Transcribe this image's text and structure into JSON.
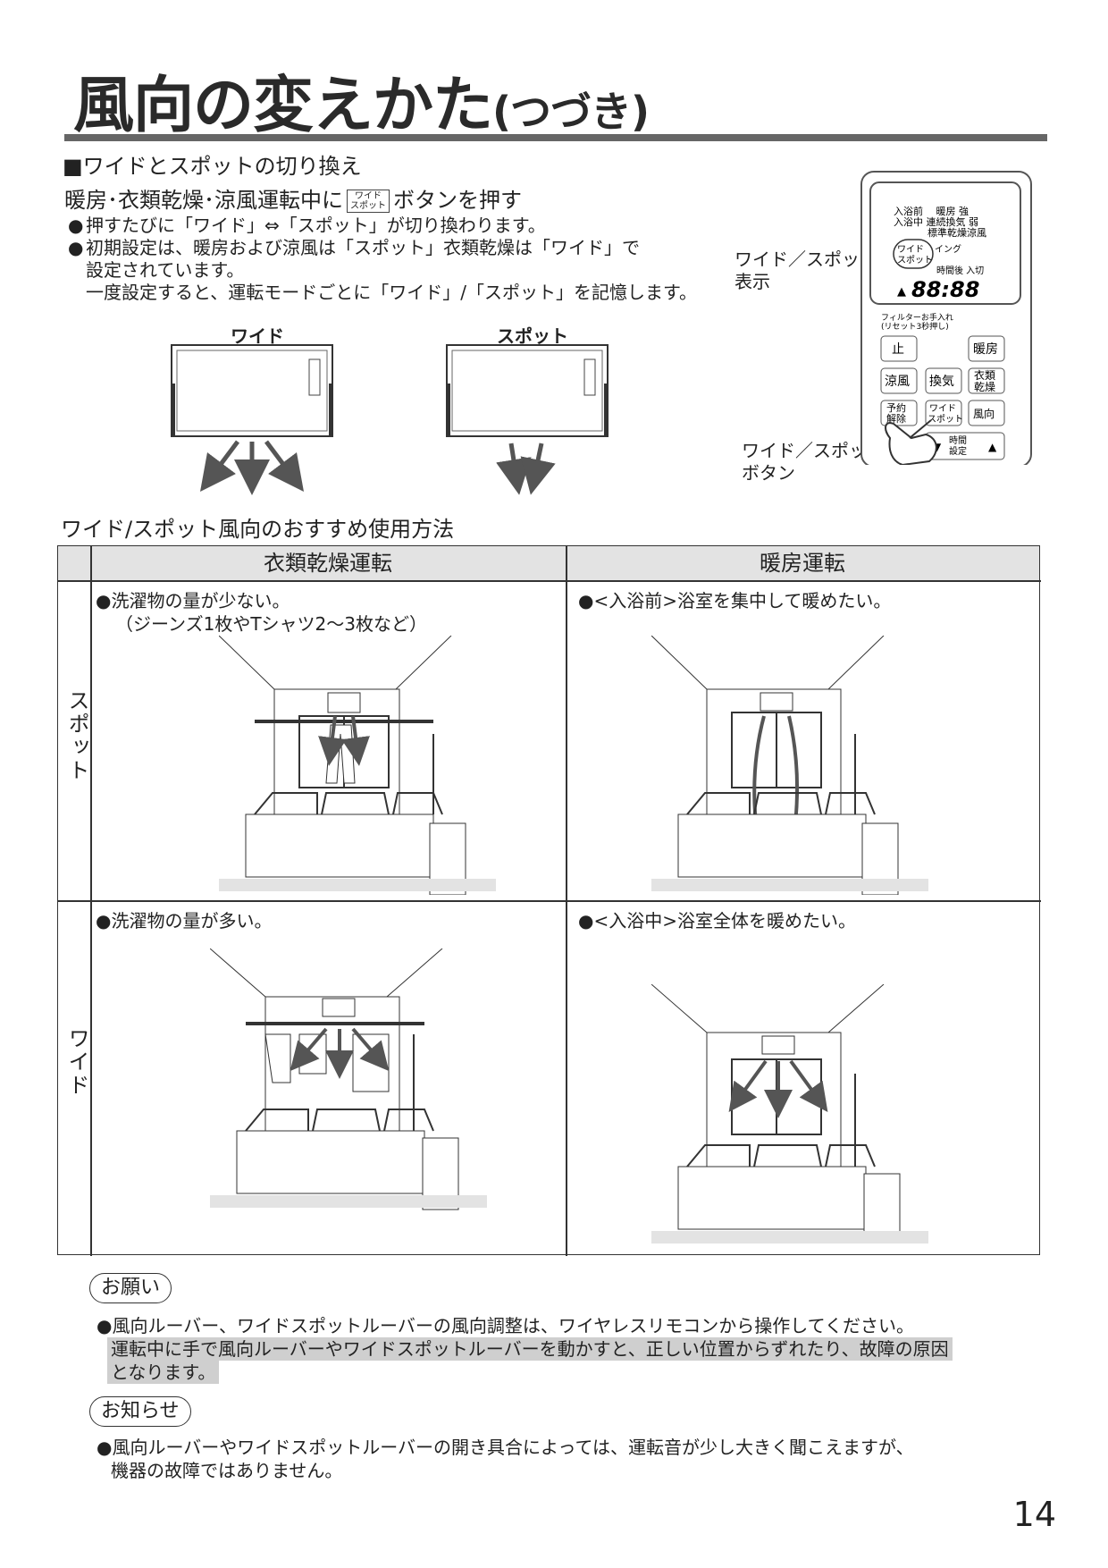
{
  "title": {
    "main": "風向の変えかた",
    "sub": "(つづき)"
  },
  "section": {
    "heading": "■ワイドとスポットの切り換え"
  },
  "instruction": {
    "before": "暖房･衣類乾燥･涼風運転中に",
    "button_top": "ワイド",
    "button_bottom": "スポット",
    "after": "ボタンを押す"
  },
  "bullets": [
    {
      "dot": "●",
      "lines": [
        "押すたびに「ワイド」⇔「スポット」が切り換わります。"
      ]
    },
    {
      "dot": "●",
      "lines": [
        "初期設定は、暖房および涼風は「スポット」衣類乾燥は「ワイド」で",
        "設定されています。",
        "一度設定すると、運転モードごとに「ワイド」/「スポット」を記憶します。"
      ]
    }
  ],
  "diagram": {
    "wide_label": "ワイド",
    "spot_label": "スポット"
  },
  "remote": {
    "display_label": [
      "ワイド／スポット",
      "表示"
    ],
    "button_label": [
      "ワイド／スポット",
      "ボタン"
    ],
    "lcd": {
      "row1": "入浴前　 暖房 強",
      "row2": "入浴中 連続換気 弱",
      "row3": "標準乾燥涼風",
      "wide": "ワイド",
      "spot": "スポット",
      "swing": "イング",
      "timer_label": "時間後 入切",
      "time": "88:88"
    },
    "filter_text": [
      "フィルターお手入れ",
      "(リセット3秒押し)"
    ],
    "buttons": {
      "stop": "止",
      "heat": "暖房",
      "cool": "涼風",
      "vent": "換気",
      "dry_1": "衣類",
      "dry_2": "乾燥",
      "reserve_1": "予約",
      "reserve_2": "解除",
      "widespot_1": "ワイド",
      "widespot_2": "スポット",
      "direction": "風向",
      "time_1": "時間",
      "time_2": "設定",
      "down": "▼",
      "up": "▲"
    }
  },
  "usage": {
    "heading": "ワイド/スポット風向のおすすめ使用方法",
    "col_dry": "衣類乾燥運転",
    "col_heat": "暖房運転",
    "row_spot": "スポット",
    "row_wide": "ワイド",
    "spot_dry": [
      "●洗濯物の量が少ない。",
      "（ジーンズ1枚やTシャツ2～3枚など）"
    ],
    "spot_heat": "●<入浴前>浴室を集中して暖めたい。",
    "wide_dry": "●洗濯物の量が多い。",
    "wide_heat": "●<入浴中>浴室全体を暖めたい。"
  },
  "notes": {
    "request_heading": "お願い",
    "request_text": "●風向ルーバー、ワイドスポットルーバーの風向調整は、ワイヤレスリモコンから操作してください。",
    "request_hl": [
      "運転中に手で風向ルーバーやワイドスポットルーバーを動かすと、正しい位置からずれたり、故障の原因",
      "となります。"
    ],
    "notice_heading": "お知らせ",
    "notice_text": [
      "●風向ルーバーやワイドスポットルーバーの開き具合によっては、運転音が少し大きく聞こえますが、",
      "機器の故障ではありません。"
    ]
  },
  "page_number": "14"
}
